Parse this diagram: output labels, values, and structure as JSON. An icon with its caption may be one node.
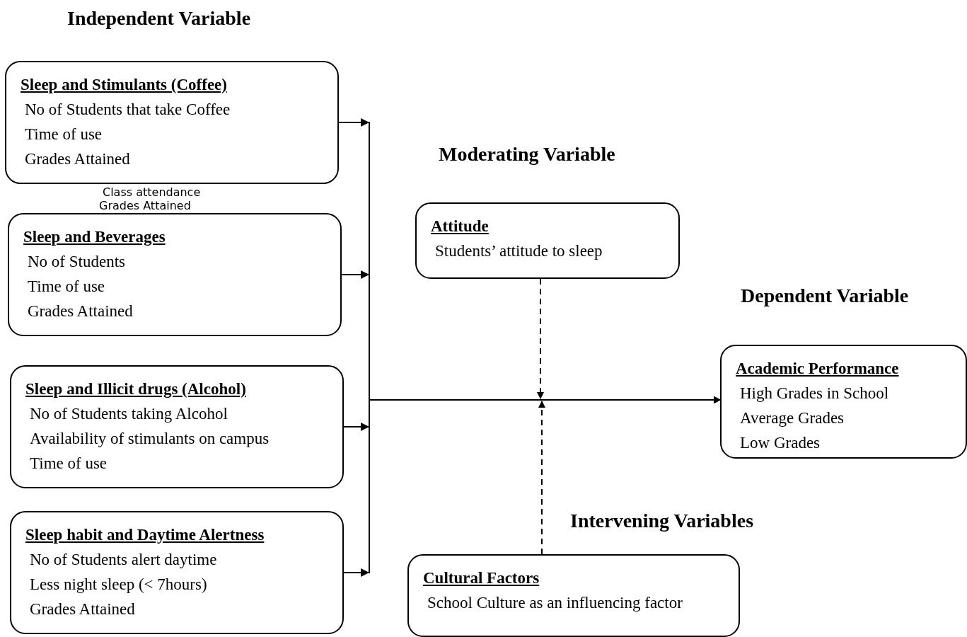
{
  "diagram": {
    "nodes": [
      {
        "text": [
          "Sleep and Stimulants (Coffee)",
          "No of Students that take Coffee",
          "Time of use",
          "Grades Attained"
        ]
      },
      {
        "text": [
          "Sleep and Beverages",
          "No of Students",
          "Time of use",
          "Grades Attained"
        ]
      },
      {
        "text": [
          "Sleep and Illicit drugs (Alcohol)",
          "No of Students taking Alcohol",
          "Availability of stimulants on campus",
          "Time of use"
        ]
      },
      {
        "text": [
          "Sleep habit and Daytime Alertness",
          "No of Students alert daytime",
          "Less night sleep (< 7hours)",
          "Grades Attained"
        ]
      },
      {
        "text": [
          "Attitude",
          "Students’ attitude to sleep"
        ]
      },
      {
        "text": [
          "Academic Performance",
          "High Grades in School",
          "Average Grades",
          "Low Grades"
        ]
      },
      {
        "text": [
          "Cultural Factors",
          "School Culture as an influencing factor"
        ]
      }
    ],
    "edges": [
      {
        "from": 0,
        "to": 5,
        "arrow": "to"
      },
      {
        "from": 1,
        "to": 5,
        "arrow": "to"
      },
      {
        "from": 2,
        "to": 5,
        "arrow": "to"
      },
      {
        "from": 3,
        "to": 5,
        "arrow": "to"
      },
      {
        "from": 4,
        "to": null,
        "arrow": "to",
        "style": "dashed"
      },
      {
        "from": 6,
        "to": null,
        "arrow": "to",
        "style": "dashed"
      }
    ],
    "labels": [
      "Independent Variable",
      "Moderating Variable",
      "Class attendance",
      "Grades Attained",
      "Dependent Variable",
      "Intervening Variables"
    ]
  }
}
